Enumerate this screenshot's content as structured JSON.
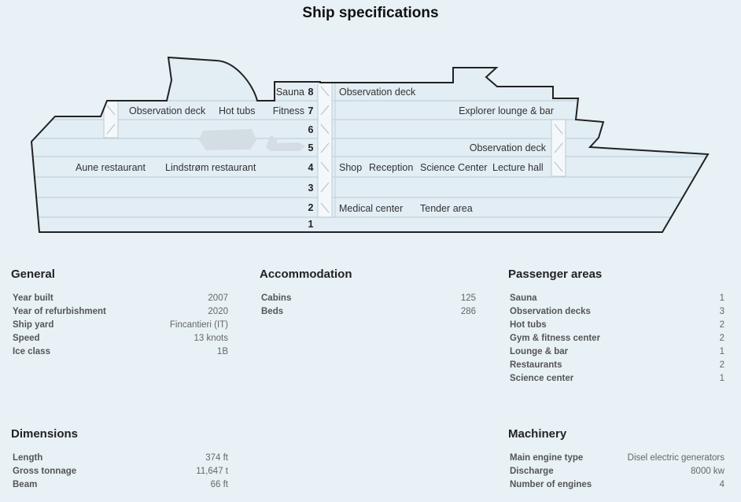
{
  "title": "Ship specifications",
  "decks": [
    {
      "number": "8",
      "left": [
        "Sauna"
      ],
      "right": [
        "Observation deck"
      ]
    },
    {
      "number": "7",
      "left": [
        "Observation deck",
        "Hot tubs",
        "Fitness"
      ],
      "right": [
        "Explorer lounge & bar"
      ]
    },
    {
      "number": "6",
      "left": [],
      "right": []
    },
    {
      "number": "5",
      "left": [],
      "right": [
        "Observation deck"
      ]
    },
    {
      "number": "4",
      "left": [
        "Aune restaurant",
        "Lindstrøm restaurant"
      ],
      "right": [
        "Shop",
        "Reception",
        "Science Center",
        "Lecture hall"
      ]
    },
    {
      "number": "3",
      "left": [],
      "right": []
    },
    {
      "number": "2",
      "left": [],
      "right": [
        "Medical center",
        "Tender area"
      ]
    },
    {
      "number": "1",
      "left": [],
      "right": []
    }
  ],
  "sections": {
    "general": {
      "heading": "General",
      "rows": [
        {
          "label": "Year built",
          "value": "2007"
        },
        {
          "label": "Year of refurbishment",
          "value": "2020"
        },
        {
          "label": "Ship yard",
          "value": "Fincantieri (IT)"
        },
        {
          "label": "Speed",
          "value": "13 knots"
        },
        {
          "label": "Ice class",
          "value": "1B"
        }
      ]
    },
    "accommodation": {
      "heading": "Accommodation",
      "rows": [
        {
          "label": "Cabins",
          "value": "125"
        },
        {
          "label": "Beds",
          "value": "286"
        }
      ]
    },
    "passenger_areas": {
      "heading": "Passenger areas",
      "rows": [
        {
          "label": "Sauna",
          "value": "1"
        },
        {
          "label": "Observation decks",
          "value": "3"
        },
        {
          "label": "Hot tubs",
          "value": "2"
        },
        {
          "label": "Gym & fitness center",
          "value": "2"
        },
        {
          "label": "Lounge & bar",
          "value": "1"
        },
        {
          "label": "Restaurants",
          "value": "2"
        },
        {
          "label": "Science center",
          "value": "1"
        }
      ]
    },
    "dimensions": {
      "heading": "Dimensions",
      "rows": [
        {
          "label": "Length",
          "value": "374 ft"
        },
        {
          "label": "Gross tonnage",
          "value": "11,647 t"
        },
        {
          "label": "Beam",
          "value": "66 ft"
        }
      ]
    },
    "machinery": {
      "heading": "Machinery",
      "rows": [
        {
          "label": "Main engine type",
          "value": "Disel electric generators"
        },
        {
          "label": "Discharge",
          "value": "8000 kw"
        },
        {
          "label": "Number of engines",
          "value": "4"
        }
      ]
    }
  }
}
